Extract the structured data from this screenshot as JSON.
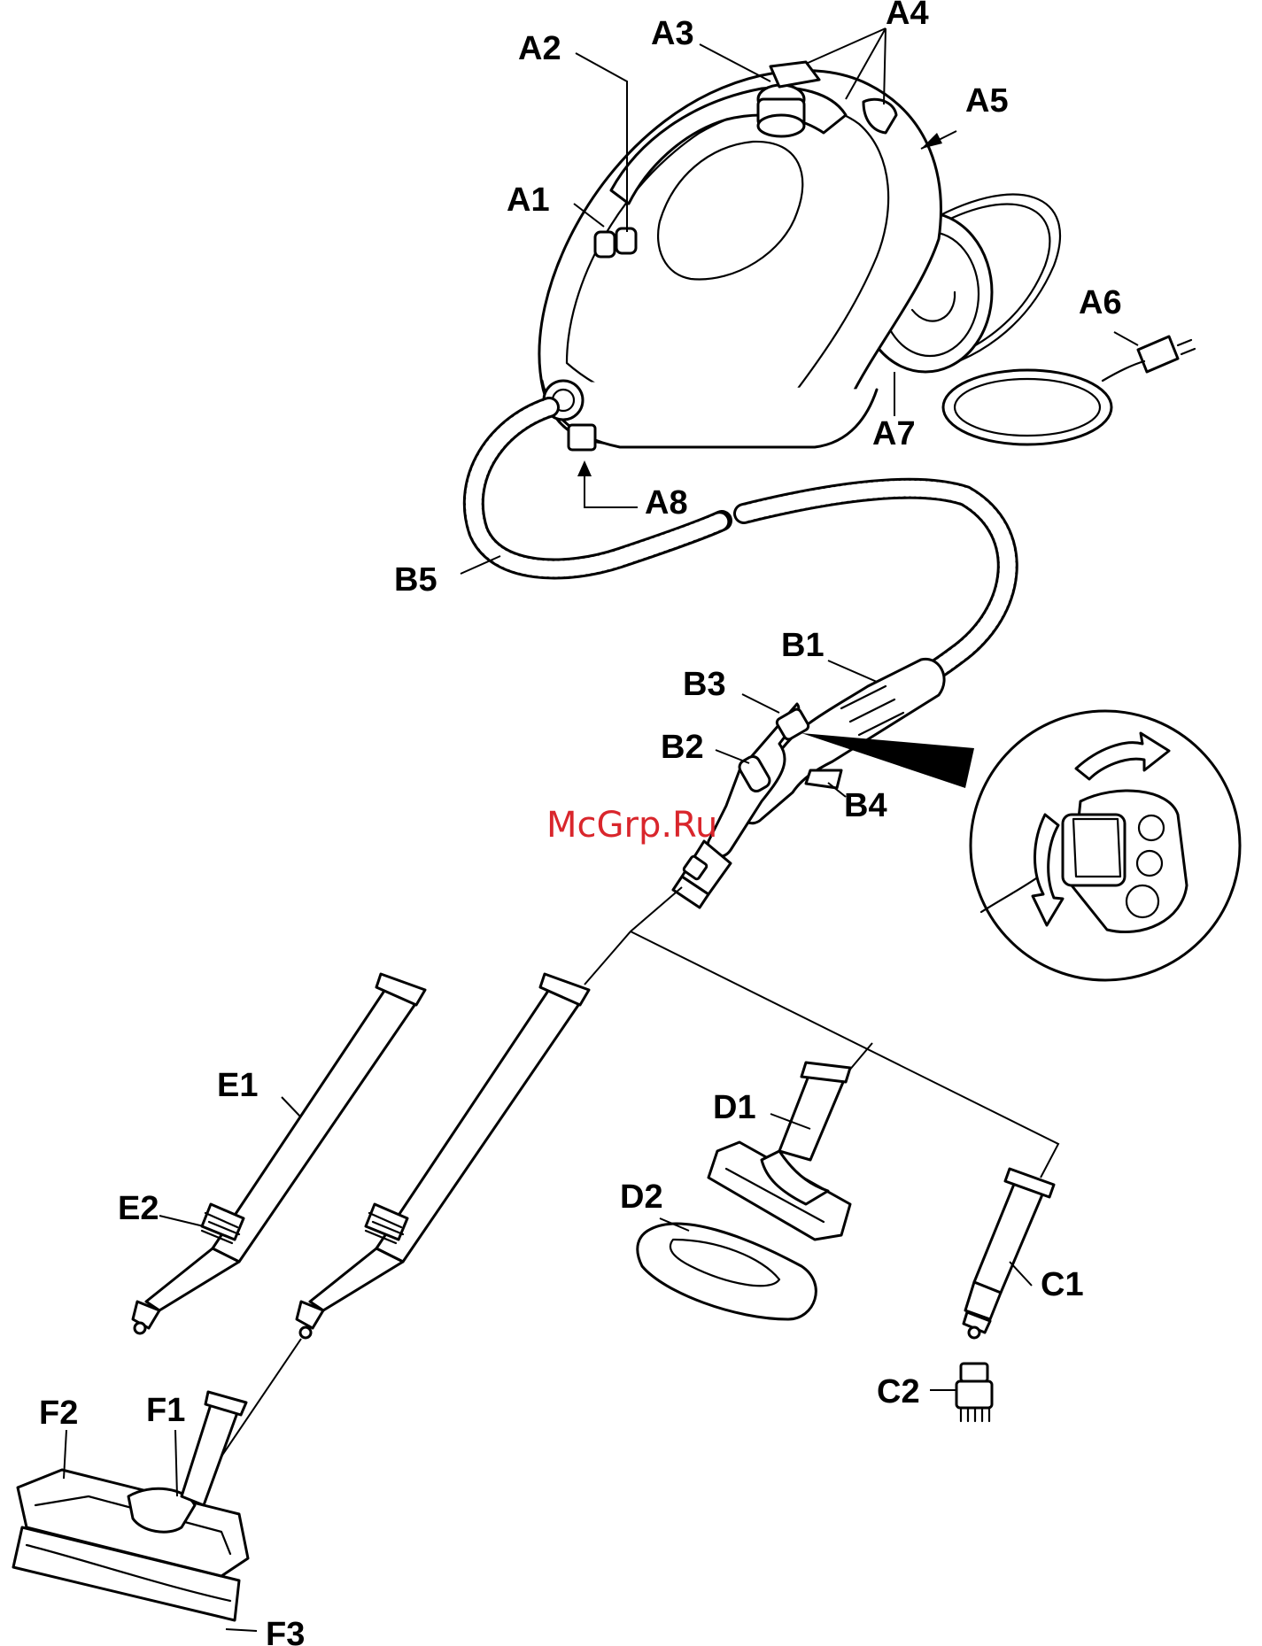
{
  "watermark": {
    "text": "McGrp.Ru",
    "color": "#d9262c"
  },
  "labels": {
    "A1": "A1",
    "A2": "A2",
    "A3": "A3",
    "A4": "A4",
    "A5": "A5",
    "A6": "A6",
    "A7": "A7",
    "A8": "A8",
    "B1": "B1",
    "B2": "B2",
    "B3": "B3",
    "B4": "B4",
    "B5": "B5",
    "C1": "C1",
    "C2": "C2",
    "D1": "D1",
    "D2": "D2",
    "E1": "E1",
    "E2": "E2",
    "F1": "F1",
    "F2": "F2",
    "F3": "F3"
  }
}
